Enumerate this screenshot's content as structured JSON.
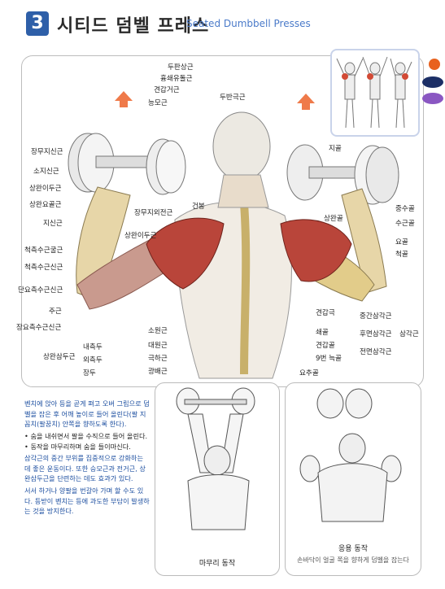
{
  "header": {
    "number": "3",
    "title": "시티드 덤벨 프레스",
    "subtitle": "Seated Dumbbell Presses"
  },
  "labels": {
    "trapezius_upper": "두판상근",
    "semispinalis": "흉쇄유돌근",
    "levator_scapulae": "견갑거근",
    "rhomboid": "능모근",
    "splenius": "두반극근",
    "ecr_longus": "장무지신근",
    "ext_digiti_minimi": "소지신근",
    "biceps_l": "상완이두근",
    "brachioradialis": "상완요골근",
    "ext_digitorum": "지신근",
    "ext_carpi_ulnaris_long": "장무지외전근",
    "biceps_r": "상완이두근",
    "deltoid_lat": "척측수근굴근",
    "ext_carpi_ulnaris": "척측수근신근",
    "ecr_brevis": "단요측수근신근",
    "elbow": "주근",
    "ecr_longus2": "장요측수근신근",
    "triceps": "상완삼두근",
    "triceps_medial": "내측두",
    "triceps_lateral": "외측두",
    "triceps_long": "장두",
    "teres_minor": "소원근",
    "teres_major": "대원근",
    "infraspinatus": "극하근",
    "latissimus": "광배근",
    "tendon": "건봉",
    "humerus_clavicle": "쇄골",
    "carpals": "상완골",
    "hand": "지골",
    "scaphoid": "중수골",
    "carpus": "수근골",
    "radius": "요골",
    "ulna": "척골",
    "scapula_spine": "견갑극",
    "clavicle2": "쇄골",
    "scapula": "견갑골",
    "rib9": "9번 늑골",
    "lumbar": "요추골",
    "deltoid_mid": "중간삼각근",
    "deltoid_post": "후면삼각근",
    "deltoid_ant": "전면삼각근",
    "deltoid": "삼각근"
  },
  "legend_colors": [
    "#e8621f",
    "#1c2f66",
    "#8a57c2"
  ],
  "description": {
    "p1": "벤치에 앉아 등을 곧게 펴고 오버 그립으로 덤벨을 잡은 후 어깨 높이로 들어 올린다(팔 지꼼치(팔꿈치) 안쪽을 향하도록 한다).",
    "b1": "숨을 내쉬면서 팔을 수직으로 들어 올린다.",
    "b2": "동작을 마무리하며 숨을 들이마신다.",
    "p2": "삼각근의 중간 부위를 집중적으로 강화하는 데 좋은 운동이다. 또한 승모근과 전거근, 상완삼두근을 단련하는 데도 효과가 있다.",
    "p3": "서서 하거나 양팔을 번갈아 가며 할 수도 있다. 등받이 벤치는 등에 과도한 부담이 발생하는 것을 방지한다."
  },
  "panels": {
    "finish_caption": "마무리 동작",
    "variation_title": "응용 동작",
    "variation_caption": "손바닥이 얼굴 쪽을 향하게 덤벨을 잡는다"
  }
}
